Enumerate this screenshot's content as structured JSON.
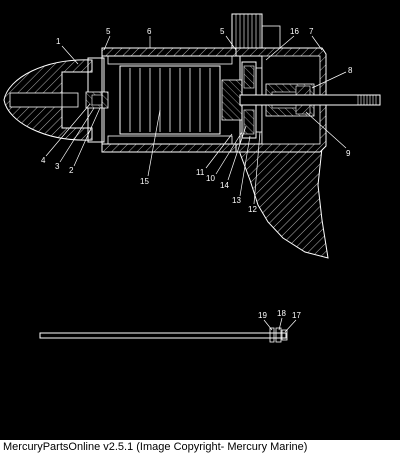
{
  "diagram": {
    "callouts": {
      "c1": "1",
      "c2": "2",
      "c3": "3",
      "c4": "4",
      "c5a": "5",
      "c5b": "5",
      "c6": "6",
      "c7": "7",
      "c8": "8",
      "c9": "9",
      "c10": "10",
      "c11": "11",
      "c12": "12",
      "c13": "13",
      "c14": "14",
      "c15": "15",
      "c16": "16",
      "c17": "17",
      "c18": "18",
      "c19": "19"
    }
  },
  "footer": {
    "caption": "MercuryPartsOnline v2.5.1 (Image Copyright- Mercury Marine)"
  },
  "colors": {
    "background": "#000000",
    "line": "#ffffff",
    "footer_bg": "#ffffff",
    "footer_text": "#000000"
  }
}
